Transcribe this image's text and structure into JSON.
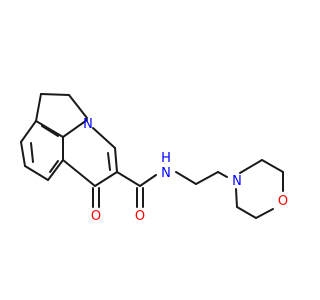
{
  "molecule": {
    "atoms": {
      "n_ring": {
        "symbol": "N",
        "color": "#0000ff"
      },
      "o_ketone": {
        "symbol": "O",
        "color": "#ff0000"
      },
      "o_amide": {
        "symbol": "O",
        "color": "#ff0000"
      },
      "n_amide": {
        "symbol": "N",
        "color": "#0000ff"
      },
      "h_amide": {
        "symbol": "H",
        "color": "#0000ff"
      },
      "n_morph": {
        "symbol": "N",
        "color": "#0000ff"
      },
      "o_morph": {
        "symbol": "O",
        "color": "#ff0000"
      }
    },
    "bond_color": "#1a1a1a",
    "background": "#ffffff"
  }
}
